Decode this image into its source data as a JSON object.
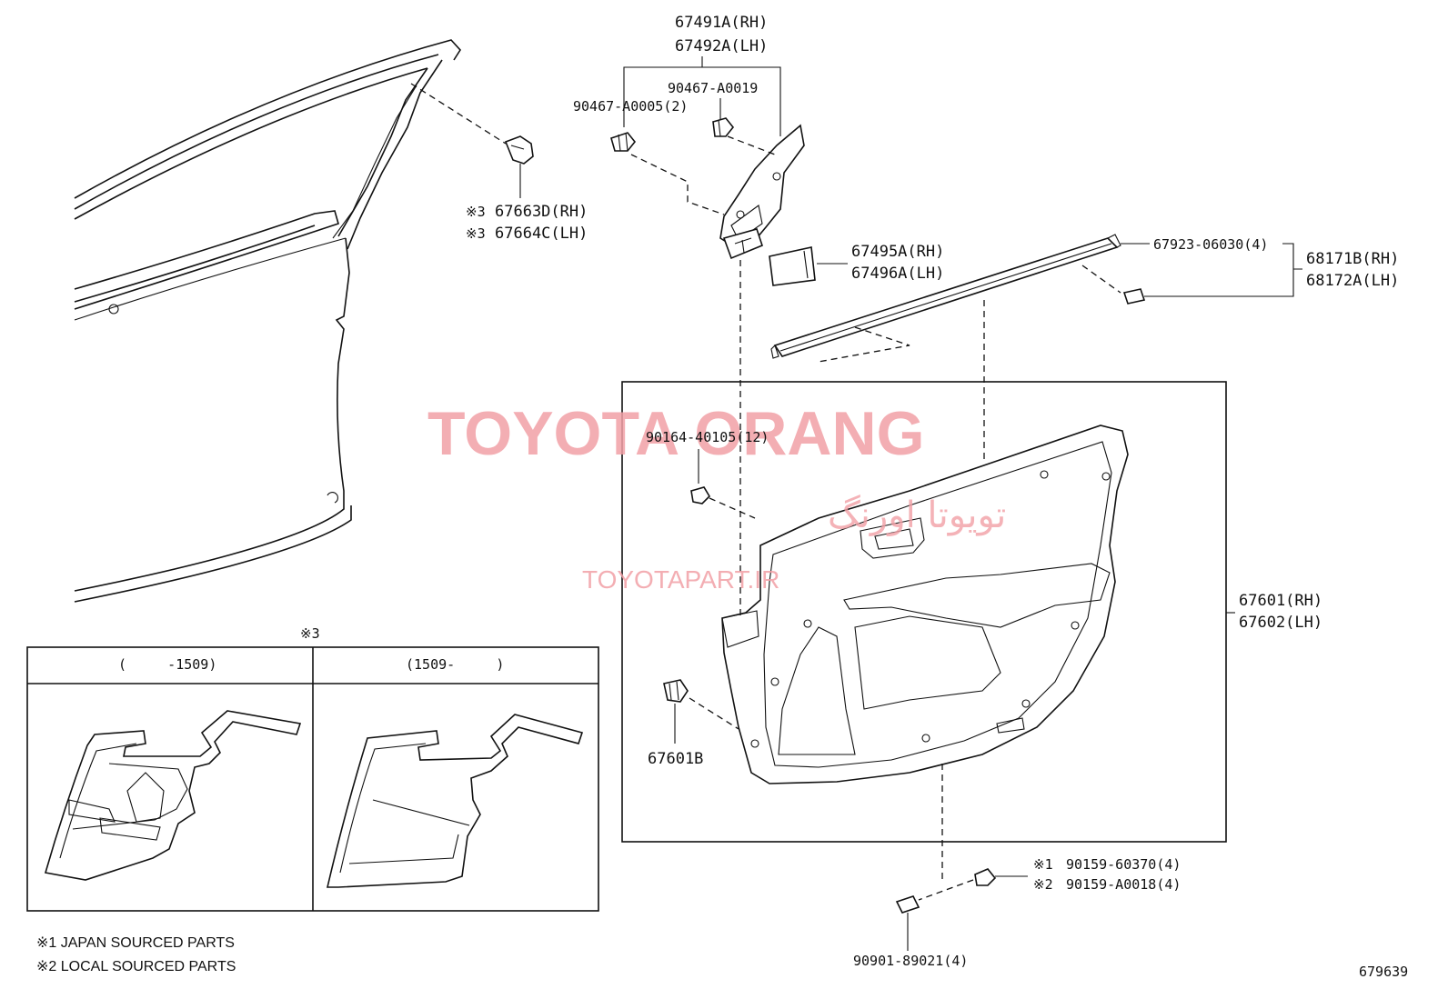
{
  "labels": {
    "glass_run_trim_rh": "67491A(RH)",
    "glass_run_trim_lh": "67492A(LH)",
    "clip_a0019": "90467-A0019",
    "clip_a0005": "90467-A0005(2)",
    "bracket_rh": "67663D(RH)",
    "bracket_lh": "67664C(LH)",
    "mark_3": "※3",
    "pad_rh": "67495A(RH)",
    "pad_lh": "67496A(LH)",
    "weatherstrip_clip": "67923-06030(4)",
    "weatherstrip_rh": "68171B(RH)",
    "weatherstrip_lh": "68172A(LH)",
    "screw_40105": "90164-40105(12)",
    "board_rh": "67601(RH)",
    "board_lh": "67602(LH)",
    "clip_67601b": "67601B",
    "screw_60370": "90159-60370(4)",
    "screw_a0018": "90159-A0018(4)",
    "mark_1": "※1",
    "mark_2": "※2",
    "nut_89021": "90901-89021(4)",
    "inset_header": "※3",
    "inset_left_range": "(     -1509)",
    "inset_right_range": "(1509-     )",
    "note_japan": "※1 JAPAN SOURCED PARTS",
    "note_local": "※2 LOCAL SOURCED PARTS",
    "diagram_number": "679639"
  },
  "watermark": {
    "brand": "TOYOTA ORANG",
    "persian": "تویوتا اورنگ",
    "site": "TOYOTAPART.IR"
  }
}
